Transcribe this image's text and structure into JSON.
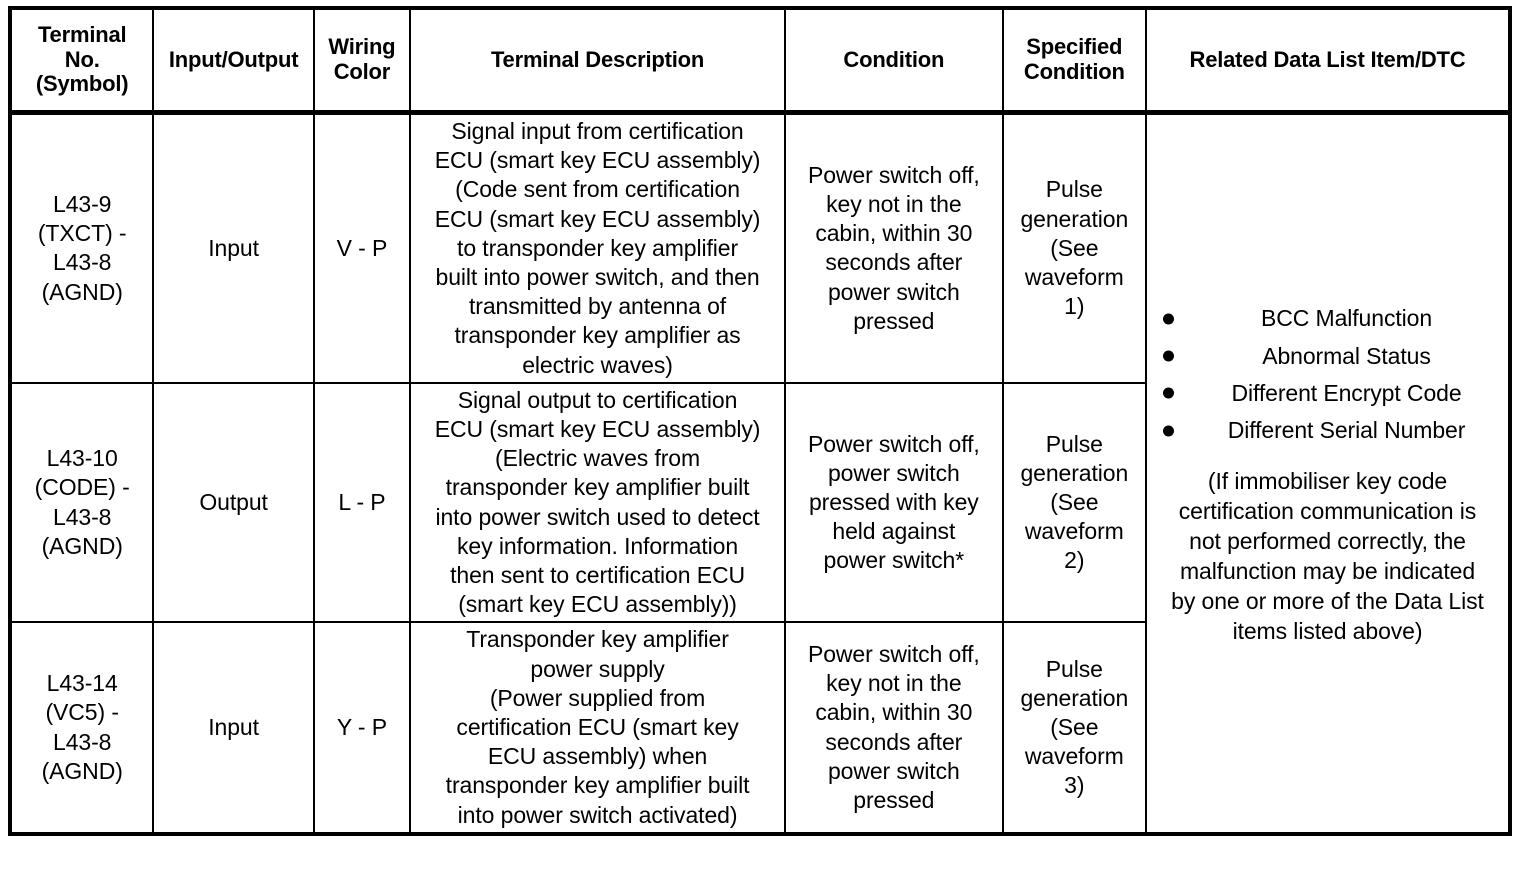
{
  "table": {
    "headers": [
      {
        "id": "terminal-no",
        "label": "Terminal\nNo.\n(Symbol)",
        "lines": [
          "Terminal",
          "No.",
          "(Symbol)"
        ]
      },
      {
        "id": "input-output",
        "label": "Input/Output",
        "lines": [
          "Input/Output"
        ]
      },
      {
        "id": "wiring-color",
        "label": "Wiring Color",
        "lines": [
          "Wiring",
          "Color"
        ]
      },
      {
        "id": "terminal-description",
        "label": "Terminal Description",
        "lines": [
          "Terminal Description"
        ]
      },
      {
        "id": "condition",
        "label": "Condition",
        "lines": [
          "Condition"
        ]
      },
      {
        "id": "specified-condition",
        "label": "Specified Condition",
        "lines": [
          "Specified",
          "Condition"
        ]
      },
      {
        "id": "related-data-list",
        "label": "Related Data List Item/DTC",
        "lines": [
          "Related Data List Item/DTC"
        ]
      }
    ],
    "header_lines": {
      "terminal_1": "Terminal",
      "terminal_2": "No.",
      "terminal_3": "(Symbol)",
      "io": "Input/Output",
      "wiring_1": "Wiring",
      "wiring_2": "Color",
      "description": "Terminal Description",
      "condition": "Condition",
      "specified_1": "Specified",
      "specified_2": "Condition",
      "related": "Related Data List Item/DTC"
    },
    "rows": [
      {
        "terminal_lines": [
          "L43-9",
          "(TXCT) -",
          "L43-8",
          "(AGND)"
        ],
        "terminal_1": "L43-9",
        "terminal_2": "(TXCT) -",
        "terminal_3": "L43-8",
        "terminal_4": "(AGND)",
        "input_output": "Input",
        "wiring_color": "V - P",
        "description_lines": [
          "Signal input from certification",
          "ECU (smart key ECU assembly)",
          "(Code sent from certification",
          "ECU (smart key ECU assembly)",
          "to transponder key amplifier",
          "built into power switch, and then",
          "transmitted by antenna of",
          "transponder key amplifier as",
          "electric waves)"
        ],
        "desc_1": "Signal input from certification",
        "desc_2": "ECU (smart key ECU assembly)",
        "desc_3": "(Code sent from certification",
        "desc_4": "ECU (smart key ECU assembly)",
        "desc_5": "to transponder key amplifier",
        "desc_6": "built into power switch, and then",
        "desc_7": "transmitted by antenna of",
        "desc_8": "transponder key amplifier as",
        "desc_9": "electric waves)",
        "condition_lines": [
          "Power switch off,",
          "key not in the",
          "cabin, within 30",
          "seconds after",
          "power switch",
          "pressed"
        ],
        "cond_1": "Power switch off,",
        "cond_2": "key not in the",
        "cond_3": "cabin, within 30",
        "cond_4": "seconds after",
        "cond_5": "power switch",
        "cond_6": "pressed",
        "specified_lines": [
          "Pulse",
          "generation",
          "(See",
          "waveform",
          "1)"
        ],
        "spec_1": "Pulse",
        "spec_2": "generation",
        "spec_3": "(See",
        "spec_4": "waveform",
        "spec_5": "1)"
      },
      {
        "terminal_lines": [
          "L43-10",
          "(CODE) -",
          "L43-8",
          "(AGND)"
        ],
        "terminal_1": "L43-10",
        "terminal_2": "(CODE) -",
        "terminal_3": "L43-8",
        "terminal_4": "(AGND)",
        "input_output": "Output",
        "wiring_color": "L - P",
        "description_lines": [
          "Signal output to certification",
          "ECU (smart key ECU assembly)",
          "(Electric waves from",
          "transponder key amplifier built",
          "into power switch used to detect",
          "key information. Information",
          "then sent to certification ECU",
          "(smart key ECU assembly))"
        ],
        "desc_1": "Signal output to certification",
        "desc_2": "ECU (smart key ECU assembly)",
        "desc_3": "(Electric waves from",
        "desc_4": "transponder key amplifier built",
        "desc_5": "into power switch used to detect",
        "desc_6": "key information. Information",
        "desc_7": "then sent to certification ECU",
        "desc_8": "(smart key ECU assembly))",
        "condition_lines": [
          "Power switch off,",
          "power switch",
          "pressed with key",
          "held against",
          "power switch*"
        ],
        "cond_1": "Power switch off,",
        "cond_2": "power switch",
        "cond_3": "pressed with key",
        "cond_4": "held against",
        "cond_5": "power switch*",
        "specified_lines": [
          "Pulse",
          "generation",
          "(See",
          "waveform",
          "2)"
        ],
        "spec_1": "Pulse",
        "spec_2": "generation",
        "spec_3": "(See",
        "spec_4": "waveform",
        "spec_5": "2)"
      },
      {
        "terminal_lines": [
          "L43-14",
          "(VC5) -",
          "L43-8",
          "(AGND)"
        ],
        "terminal_1": "L43-14",
        "terminal_2": "(VC5) -",
        "terminal_3": "L43-8",
        "terminal_4": "(AGND)",
        "input_output": "Input",
        "wiring_color": "Y - P",
        "description_lines": [
          "Transponder key amplifier",
          "power supply",
          "(Power supplied from",
          "certification ECU (smart key",
          "ECU assembly) when",
          "transponder key amplifier built",
          "into power switch activated)"
        ],
        "desc_1": "Transponder key amplifier",
        "desc_2": "power supply",
        "desc_3": "(Power supplied from",
        "desc_4": "certification ECU (smart key",
        "desc_5": "ECU assembly) when",
        "desc_6": "transponder key amplifier built",
        "desc_7": "into power switch activated)",
        "condition_lines": [
          "Power switch off,",
          "key not in the",
          "cabin, within 30",
          "seconds after",
          "power switch",
          "pressed"
        ],
        "cond_1": "Power switch off,",
        "cond_2": "key not in the",
        "cond_3": "cabin, within 30",
        "cond_4": "seconds after",
        "cond_5": "power switch",
        "cond_6": "pressed",
        "specified_lines": [
          "Pulse",
          "generation",
          "(See",
          "waveform",
          "3)"
        ],
        "spec_1": "Pulse",
        "spec_2": "generation",
        "spec_3": "(See",
        "spec_4": "waveform",
        "spec_5": "3)"
      }
    ],
    "related_cell": {
      "bullets": [
        "BCC Malfunction",
        "Abnormal Status",
        "Different Encrypt Code",
        "Different Serial Number"
      ],
      "bullet_1": "BCC Malfunction",
      "bullet_2": "Abnormal Status",
      "bullet_3": "Different Encrypt Code",
      "bullet_4": "Different Serial Number",
      "note_lines": [
        "(If immobiliser key code",
        "certification communication is",
        "not performed correctly, the",
        "malfunction may be indicated",
        "by one or more of the Data List",
        "items listed above)"
      ],
      "note_1": "(If immobiliser key code",
      "note_2": "certification communication is",
      "note_3": "not performed correctly, the",
      "note_4": "malfunction may be indicated",
      "note_5": "by one or more of the Data List",
      "note_6": "items listed above)"
    }
  },
  "colors": {
    "border": "#000000",
    "text": "#000000",
    "background": "#ffffff"
  }
}
